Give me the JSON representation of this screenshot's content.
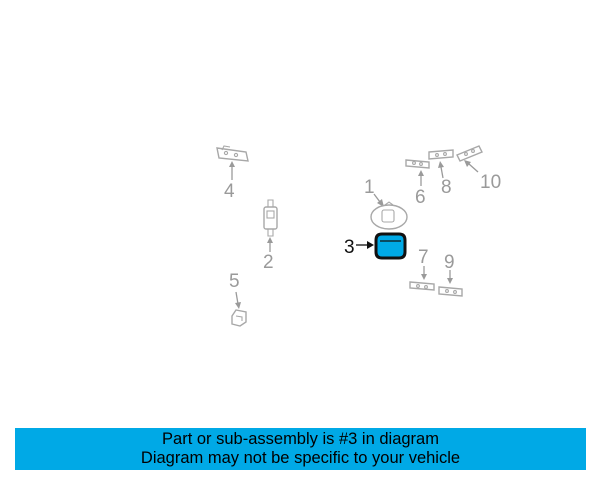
{
  "diagram": {
    "callouts": {
      "c1": "1",
      "c2": "2",
      "c3": "3",
      "c4": "4",
      "c5": "5",
      "c6": "6",
      "c7": "7",
      "c8": "8",
      "c9": "9",
      "c10": "10"
    },
    "highlight_color": "#00a9e6",
    "line_color": "#a8a8a8"
  },
  "banner": {
    "line1": "Part or sub-assembly is #3 in diagram",
    "line2": "Diagram may not be specific to your vehicle",
    "background": "#00a9e6"
  }
}
